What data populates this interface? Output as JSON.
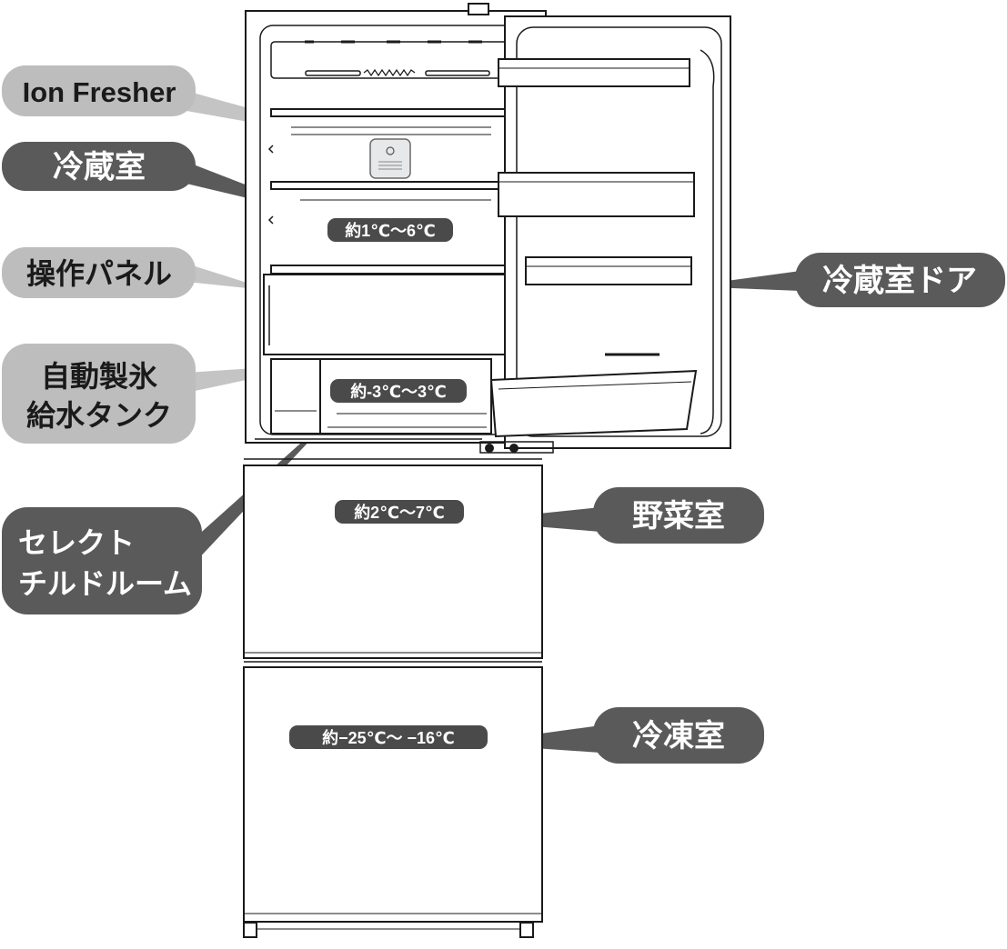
{
  "labels": {
    "ion_fresher": "Ion Fresher",
    "fridge": "冷蔵室",
    "control_panel": "操作パネル",
    "ice_tank_line1": "自動製氷",
    "ice_tank_line2": "給水タンク",
    "select_line1": "セレクト",
    "select_line2": "チルドルーム",
    "door": "冷蔵室ドア",
    "vegetable": "野菜室",
    "freezer": "冷凍室"
  },
  "temperatures": {
    "fridge": "約1℃〜6℃",
    "chilled": "約-3℃〜3℃",
    "vegetable": "約2℃〜7℃",
    "freezer": "約−25℃〜 −16℃"
  },
  "colors": {
    "dark_callout": "#5a5a5a",
    "light_callout": "#bdbdbd",
    "outline": "#1a1a1a",
    "temp_badge": "#4a4a4a"
  }
}
